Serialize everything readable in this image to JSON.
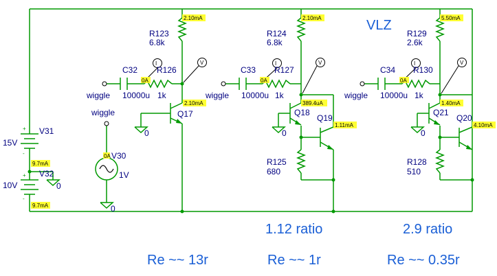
{
  "title": "VLZ",
  "components": {
    "R123": {
      "name": "R123",
      "value": "6.8k"
    },
    "R124": {
      "name": "R124",
      "value": "6.8k"
    },
    "R129": {
      "name": "R129",
      "value": "2.6k"
    },
    "C32": {
      "name": "C32",
      "value": "10000u"
    },
    "C33": {
      "name": "C33",
      "value": "10000u"
    },
    "C34": {
      "name": "C34",
      "value": "10000u"
    },
    "R126": {
      "name": "R126",
      "value": "1k"
    },
    "R127": {
      "name": "R127",
      "value": "1k"
    },
    "R130": {
      "name": "R130",
      "value": "1k"
    },
    "Q17": {
      "name": "Q17"
    },
    "Q18": {
      "name": "Q18"
    },
    "Q19": {
      "name": "Q19"
    },
    "Q20": {
      "name": "Q20"
    },
    "Q21": {
      "name": "Q21"
    },
    "R125": {
      "name": "R125",
      "value": "680"
    },
    "R128": {
      "name": "R128",
      "value": "510"
    },
    "V30": {
      "name": "V30",
      "value": "1V"
    },
    "V31": {
      "name": "V31",
      "value": "15V"
    },
    "V32": {
      "name": "V32",
      "value": "10V"
    }
  },
  "nets": {
    "wiggle": "wiggle",
    "ground": "0"
  },
  "probes": {
    "current": "I",
    "voltage": "V"
  },
  "currents": {
    "top1": "2.10mA",
    "top2": "2.10mA",
    "top3": "5.50mA",
    "q17": "2.10mA",
    "q18": "389.4uA",
    "q19": "1.11mA",
    "q21": "1.40mA",
    "q20": "4.10mA",
    "v31": "9.7mA",
    "v32": "9.7mA",
    "c1": "0A",
    "c2": "0A",
    "c3": "0A",
    "v30": "0A"
  },
  "annotations": {
    "ratio1": "1.12 ratio",
    "ratio2": "2.9 ratio",
    "re1": "Re ~~ 13r",
    "re2": "Re ~~ 1r",
    "re3": "Re ~~ 0.35r"
  },
  "colors": {
    "wire": "#009900",
    "label": "#000080",
    "highlight": "#ffff33",
    "annotation": "#1a5fd6"
  }
}
